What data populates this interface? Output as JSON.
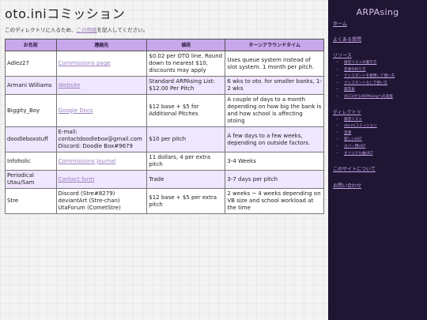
{
  "page": {
    "title": "oto.iniコミッション",
    "subtitle_before": "このディレクトリに入るため、",
    "subtitle_link": "この用紙",
    "subtitle_after": "を記入してください。"
  },
  "table": {
    "headers": [
      "お名前",
      "連絡先",
      "値段",
      "ターンアラウンドタイム"
    ],
    "rows": [
      {
        "name": "Adlez27",
        "contact": "Commissions page",
        "contact_is_link": true,
        "price": "$0.02 per OTO line. Round down to nearest $10, discounts may apply",
        "turnaround": "Uses queue system instead of slot system. 1 month per pitch."
      },
      {
        "name": "Armani Williams",
        "contact": "Website",
        "contact_is_link": true,
        "price": "Standard ARPAsing List: $12.00 Per Pitch",
        "turnaround": "6 wks to oto. for smaller banks, 1-2 wks"
      },
      {
        "name": "Biggity_Boy",
        "contact": "Google Docs",
        "contact_is_link": true,
        "price": "$12 base + $5 for Additional Pitches",
        "turnaround": "A couple of days to a month depending on how big the bank is and how school is affecting otoing"
      },
      {
        "name": "doodleboxstuff",
        "contact": "E-mail: contactdoodlebox@gmail.com Discord: Doodle Box#9679",
        "contact_is_link": false,
        "price": "$10 per pitch",
        "turnaround": "A few days to a few weeks, depending on outside factors."
      },
      {
        "name": "Infoholic",
        "contact": "Commissions Journal",
        "contact_is_link": true,
        "price": "11 dollars, 4 per extra pitch",
        "turnaround": "3-4 Weeks"
      },
      {
        "name": "Periodical Utau/Sam",
        "contact": "Contact form",
        "contact_is_link": true,
        "price": "Trade",
        "turnaround": "3-7 days per pitch"
      },
      {
        "name": "Stre",
        "contact": "Discord (Stre#8279) deviantArt (Stre-chan) UtaForum (CometStre)",
        "contact_is_link": false,
        "price": "$12 base + $5 per extra pitch",
        "turnaround": "2 weeks ~ 4 weeks depending on VB size and school workload at the time"
      }
    ]
  },
  "sidebar": {
    "title": "ARPAsing",
    "home": "ホーム",
    "faq": "よくある質問",
    "resources": "リソース",
    "resource_items": [
      "録音リストの書き方",
      "音源の作り方",
      "ナシスタントを使用して使い方",
      "ナシスタントなしで使い方",
      "発音表",
      "VCCVからARPAsingへの変換"
    ],
    "directory": "ディレクトリ",
    "directory_items": [
      "録音リスト",
      "oto.iniコミッション",
      "音源",
      "新しいUST",
      "カバー用UST",
      "オリジナル曲UST"
    ],
    "about": "このサイトについて",
    "contact": "お問い合わせ"
  }
}
